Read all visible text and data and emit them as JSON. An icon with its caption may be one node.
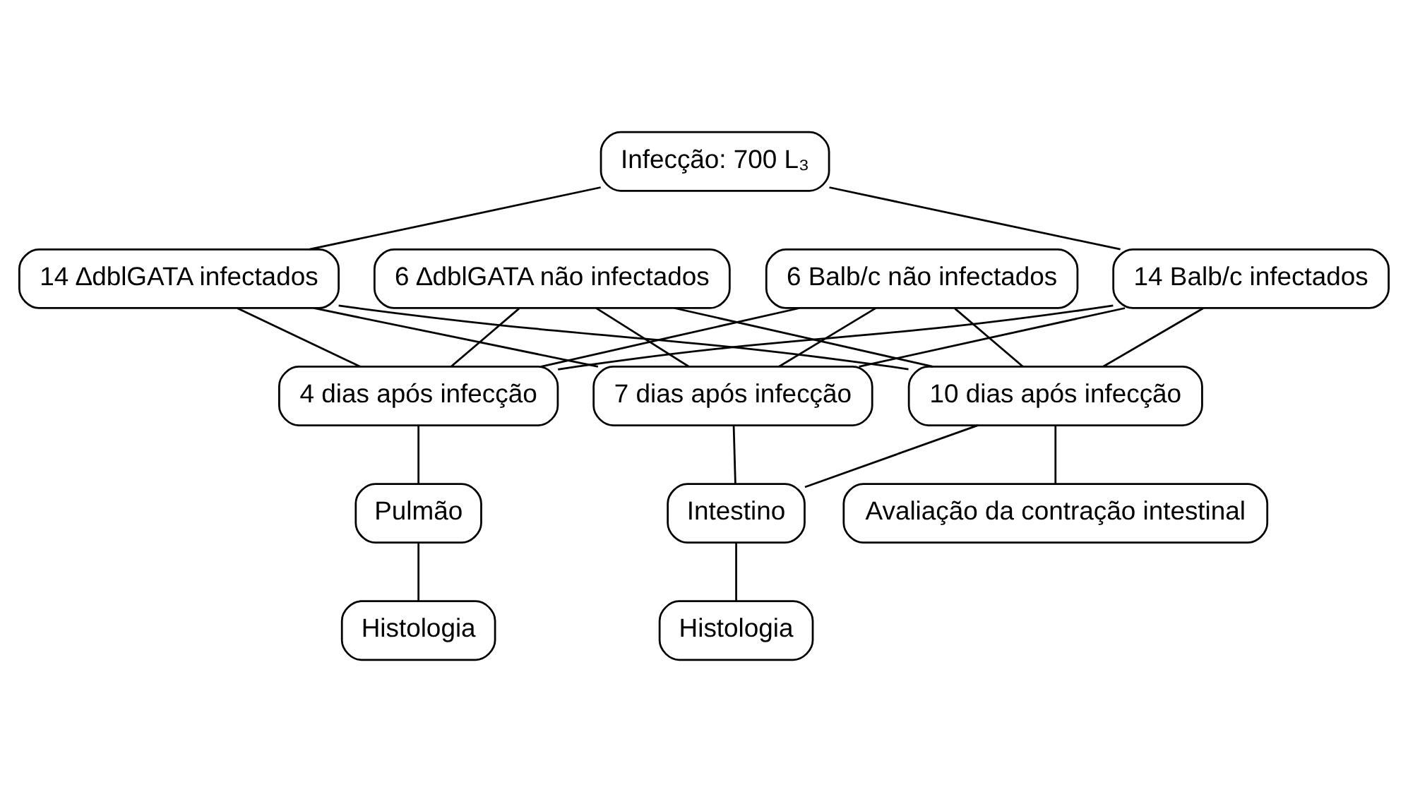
{
  "diagram": {
    "nodes": [
      {
        "text": [
          "Infecção: 700 L₃"
        ]
      },
      {
        "text": [
          "6 Balb/c não infectados"
        ]
      },
      {
        "text": [
          "14 Balb/c infectados"
        ]
      },
      {
        "text": [
          "14 ∆dblGATA infectados"
        ]
      },
      {
        "text": [
          "6 ∆dblGATA não infectados"
        ]
      },
      {
        "text": [
          "4 dias após infecção"
        ]
      },
      {
        "text": [
          "7 dias após infecção"
        ]
      },
      {
        "text": [
          "10 dias após infecção"
        ]
      },
      {
        "text": [
          "Pulmão"
        ]
      },
      {
        "text": [
          "Histologia"
        ]
      },
      {
        "text": [
          "Intestino"
        ]
      },
      {
        "text": [
          "Histologia"
        ]
      },
      {
        "text": [
          "Avaliação da contração intestinal"
        ]
      }
    ],
    "edges": [
      {
        "from": 0,
        "to": 2,
        "arrow": "none"
      },
      {
        "from": 0,
        "to": 3,
        "arrow": "none"
      },
      {
        "from": 1,
        "to": 5,
        "arrow": "none"
      },
      {
        "from": 1,
        "to": 6,
        "arrow": "none"
      },
      {
        "from": 1,
        "to": 7,
        "arrow": "none"
      },
      {
        "from": 2,
        "to": 5,
        "arrow": "none"
      },
      {
        "from": 2,
        "to": 6,
        "arrow": "none"
      },
      {
        "from": 2,
        "to": 7,
        "arrow": "none"
      },
      {
        "from": 3,
        "to": 5,
        "arrow": "none"
      },
      {
        "from": 3,
        "to": 6,
        "arrow": "none"
      },
      {
        "from": 3,
        "to": 7,
        "arrow": "none"
      },
      {
        "from": 4,
        "to": 5,
        "arrow": "none"
      },
      {
        "from": 4,
        "to": 6,
        "arrow": "none"
      },
      {
        "from": 4,
        "to": 7,
        "arrow": "none"
      },
      {
        "from": 5,
        "to": 8,
        "arrow": "none"
      },
      {
        "from": 8,
        "to": 9,
        "arrow": "none"
      },
      {
        "from": 6,
        "to": 10,
        "arrow": "none"
      },
      {
        "from": 7,
        "to": 10,
        "arrow": "none"
      },
      {
        "from": 7,
        "to": 12,
        "arrow": "none"
      },
      {
        "from": 10,
        "to": 11,
        "arrow": "none"
      }
    ]
  }
}
